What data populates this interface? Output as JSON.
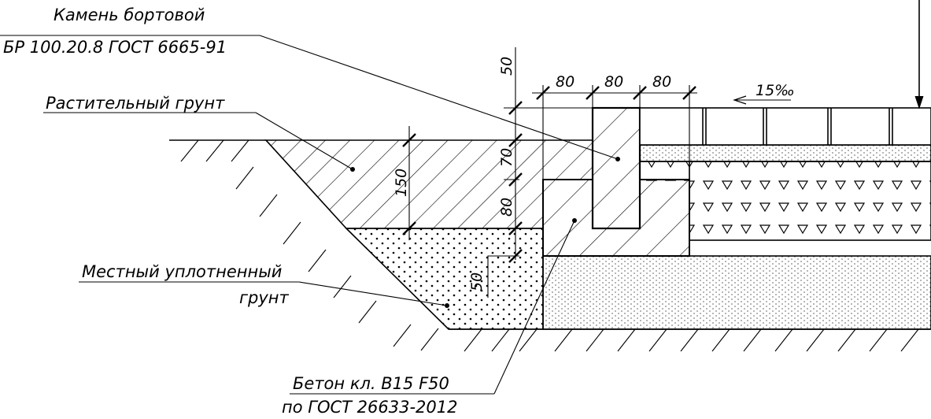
{
  "callouts": {
    "curb_stone": {
      "line1": "Камень бортовой",
      "line2": "БР 100.20.8 ГОСТ 6665-91"
    },
    "topsoil": {
      "line1": "Растительный грунт"
    },
    "local_soil": {
      "line1": "Местный уплотненный",
      "line2": "грунт"
    },
    "concrete": {
      "line1": "Бетон кл. В15 F50",
      "line2": "по ГОСТ 26633-2012"
    }
  },
  "dimensions": {
    "top_50": "50",
    "width_a": "80",
    "width_b": "80",
    "width_c": "80",
    "height_150": "150",
    "height_70": "70",
    "height_80": "80",
    "depth_50": "50"
  },
  "slope": {
    "label": "15‰"
  }
}
